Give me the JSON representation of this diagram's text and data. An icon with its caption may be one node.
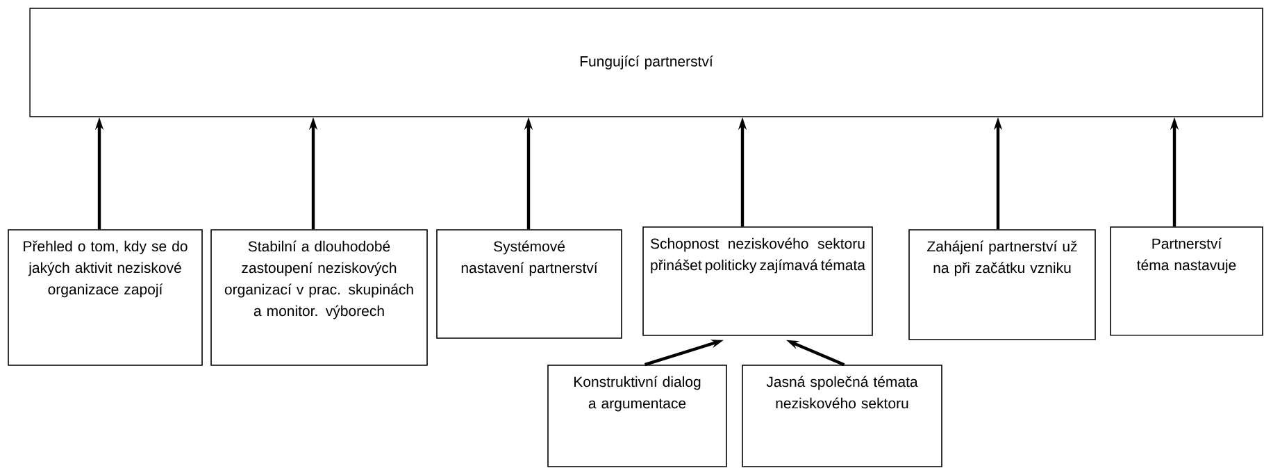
{
  "diagram": {
    "nodes": [
      {
        "text": [
          "Fungující partnerství"
        ]
      },
      {
        "text": [
          "Přehled o tom, kdy se do jakých aktivit neziskové organizace zapojí"
        ]
      },
      {
        "text": [
          "Stabilní a dlouhodobé zastoupení neziskových organizací v prac. skupinách a monitor. výborech"
        ]
      },
      {
        "text": [
          "Systémové nastavení partnerství"
        ]
      },
      {
        "text": [
          "Schopnost neziskového sektoru přinášet politicky zajímavá témata"
        ]
      },
      {
        "text": [
          "Zahájení partnerství už na při začátku vzniku"
        ]
      },
      {
        "text": [
          "Partnerství téma nastavuje"
        ]
      },
      {
        "text": [
          "Konstruktivní dialog a argumentace"
        ]
      },
      {
        "text": [
          "Jasná společná témata neziskového sektoru"
        ]
      }
    ],
    "edges": [
      {
        "from": 1,
        "to": 0,
        "arrow": "to"
      },
      {
        "from": 2,
        "to": 0,
        "arrow": "to"
      },
      {
        "from": 3,
        "to": 0,
        "arrow": "to"
      },
      {
        "from": 4,
        "to": 0,
        "arrow": "to"
      },
      {
        "from": 5,
        "to": 0,
        "arrow": "to"
      },
      {
        "from": 6,
        "to": 0,
        "arrow": "to"
      },
      {
        "from": 7,
        "to": 4,
        "arrow": "to"
      },
      {
        "from": 8,
        "to": 4,
        "arrow": "to"
      }
    ]
  }
}
